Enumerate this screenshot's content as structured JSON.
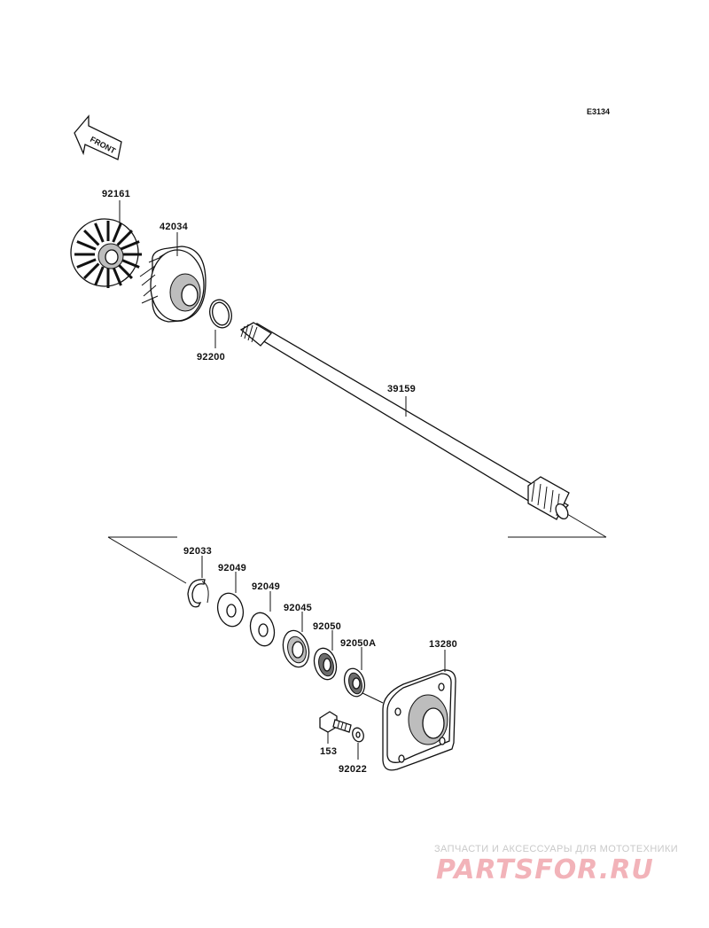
{
  "diagram_code": "E3134",
  "front_label": "FRONT",
  "watermark": {
    "caption": "ЗАПЧАСТИ И АКСЕССУАРЫ ДЛЯ МОТОТЕХНИКИ",
    "logo": "PARTSFOR.RU"
  },
  "parts": [
    {
      "id": "impeller",
      "number": "92161"
    },
    {
      "id": "impeller-housing",
      "number": "42034"
    },
    {
      "id": "ring",
      "number": "92200"
    },
    {
      "id": "shaft",
      "number": "39159"
    },
    {
      "id": "circlip",
      "number": "92033"
    },
    {
      "id": "washer-1",
      "number": "92049"
    },
    {
      "id": "washer-2",
      "number": "92049"
    },
    {
      "id": "bearing",
      "number": "92045"
    },
    {
      "id": "oil-seal",
      "number": "92050"
    },
    {
      "id": "oil-seal-a",
      "number": "92050A"
    },
    {
      "id": "cover",
      "number": "13280"
    },
    {
      "id": "bolt",
      "number": "153"
    },
    {
      "id": "washer-small",
      "number": "92022"
    }
  ]
}
